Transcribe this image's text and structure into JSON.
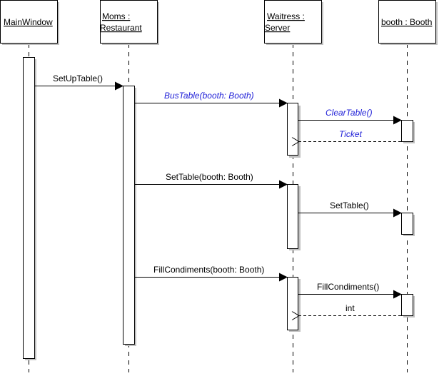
{
  "diagram": {
    "type": "uml-sequence",
    "colors": {
      "line": "#000000",
      "shadow": "#c0c0c0",
      "box_fill": "#ffffff",
      "async_label": "#2323d8",
      "sync_label": "#000000"
    },
    "participants": [
      {
        "id": "mainwindow",
        "lines": [
          "MainWindow"
        ]
      },
      {
        "id": "moms",
        "lines": [
          "Moms :",
          "Restaurant"
        ]
      },
      {
        "id": "waitress",
        "lines": [
          "Waitress :",
          "Server"
        ]
      },
      {
        "id": "booth",
        "lines": [
          "booth : Booth"
        ]
      }
    ],
    "messages": [
      {
        "id": "setuptable",
        "from": "mainwindow",
        "to": "moms",
        "label": "SetUpTable()",
        "kind": "call",
        "italic": false
      },
      {
        "id": "bustable",
        "from": "moms",
        "to": "waitress",
        "label": "BusTable(booth: Booth)",
        "kind": "call",
        "italic": true
      },
      {
        "id": "cleartable",
        "from": "waitress",
        "to": "booth",
        "label": "ClearTable()",
        "kind": "call",
        "italic": true
      },
      {
        "id": "ticket",
        "from": "booth",
        "to": "waitress",
        "label": "Ticket",
        "kind": "return",
        "italic": true
      },
      {
        "id": "settable-booth",
        "from": "moms",
        "to": "waitress",
        "label": "SetTable(booth: Booth)",
        "kind": "call",
        "italic": false
      },
      {
        "id": "settable",
        "from": "waitress",
        "to": "booth",
        "label": "SetTable()",
        "kind": "call",
        "italic": false
      },
      {
        "id": "fillcondiments-booth",
        "from": "moms",
        "to": "waitress",
        "label": "FillCondiments(booth: Booth)",
        "kind": "call",
        "italic": false
      },
      {
        "id": "fillcondiments",
        "from": "waitress",
        "to": "booth",
        "label": "FillCondiments()",
        "kind": "call",
        "italic": false
      },
      {
        "id": "int",
        "from": "booth",
        "to": "waitress",
        "label": "int",
        "kind": "return",
        "italic": false
      }
    ]
  }
}
